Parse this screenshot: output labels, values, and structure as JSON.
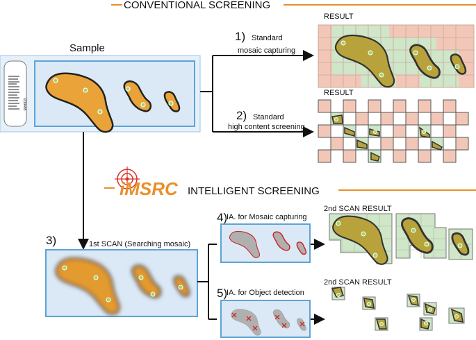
{
  "conventional": {
    "title": "CONVENTIONAL SCREENING",
    "sample_label": "Sample",
    "barcode_text": "7239485",
    "step1": {
      "number": "1)",
      "line1": "Standard",
      "line2": "mosaic capturing",
      "result_label": "RESULT"
    },
    "step2": {
      "number": "2)",
      "line1": "Standard",
      "line2": "high content screening",
      "result_label": "RESULT"
    }
  },
  "intelligent": {
    "logo_text": "iMSRC",
    "title": "INTELLIGENT SCREENING",
    "step3": {
      "number": "3)",
      "label": "1st SCAN (Searching mosaic)"
    },
    "step4": {
      "number": "4)",
      "label": "IA. for Mosaic capturing",
      "result_label": "2nd SCAN RESULT"
    },
    "step5": {
      "number": "5)",
      "label": "IA. for Object detection",
      "result_label": "2nd SCAN RESULT"
    }
  },
  "colors": {
    "accent_orange": "#e8902a",
    "cell_orange": "#eaa338",
    "slide_blue": "#5ea3d6",
    "green_tile": "#cfe6c8",
    "pink_tile": "#f2c7b8",
    "red_outline": "#cc2a2a"
  }
}
